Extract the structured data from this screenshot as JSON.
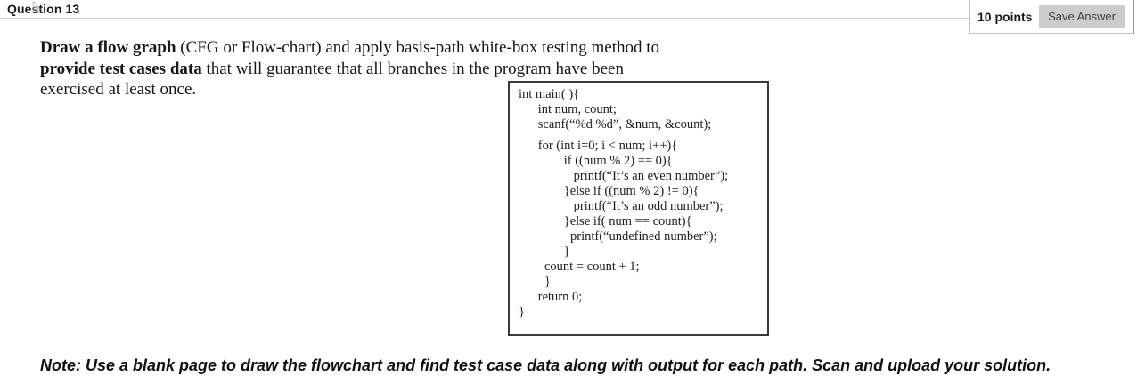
{
  "header": {
    "question_label": "Question 13",
    "points_label": "10 points",
    "save_button_label": "Save Answer"
  },
  "question": {
    "line1_bold": "Draw a flow graph",
    "line1_rest": " (CFG or Flow-chart) and apply basis-path white-box testing method to",
    "line2_bold": "provide test cases data",
    "line2_rest": " that will guarantee that all branches in the program have been",
    "line3": "exercised at least once."
  },
  "code": {
    "lines": [
      "int main( ){",
      "      int num, count;",
      "      scanf(“%d %d”, &num, &count);",
      "",
      "      for (int i=0; i < num; i++){",
      "              if ((num % 2) == 0){",
      "                 printf(“It’s an even number”);",
      "              }else if ((num % 2) != 0){",
      "                 printf(“It’s an odd number”);",
      "              }else if( num == count){",
      "                printf(“undefined number”);",
      "              }",
      "        count = count + 1;",
      "        }",
      "      return 0;",
      "}"
    ]
  },
  "note": {
    "text": "Note: Use a blank page to draw the flowchart and find test case data along with output for each path. Scan and upload your solution."
  },
  "colors": {
    "save_button_bg": "#cccccc",
    "divider": "#c9c9c9",
    "code_border": "#3a3a3a"
  }
}
